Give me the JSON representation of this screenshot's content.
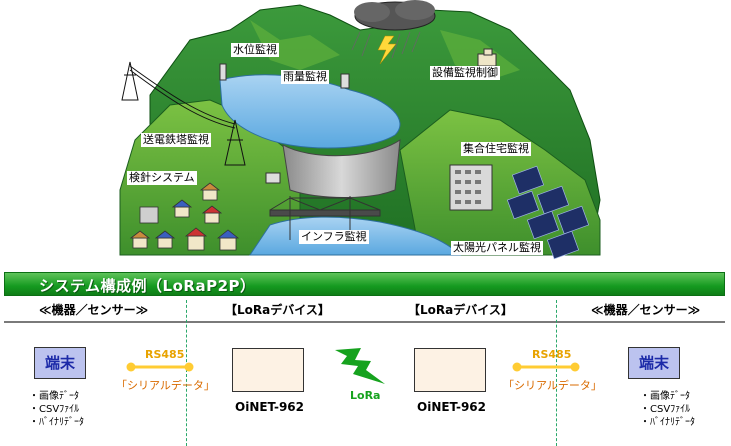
{
  "scene": {
    "labels": {
      "water_level": "水位監視",
      "rain": "雨量監視",
      "facility": "設備監視制御",
      "tower": "送電鉄塔監視",
      "meter": "検針システム",
      "housing": "集合住宅監視",
      "infra": "インフラ監視",
      "solar": "太陽光パネル監視"
    }
  },
  "banner": {
    "title": "システム構成例（LoRaP2P）"
  },
  "headers": {
    "left": "≪機器／センサー≫",
    "device_left": "【LoRaデバイス】",
    "device_right": "【LoRaデバイス】",
    "right": "≪機器／センサー≫"
  },
  "left_terminal": {
    "label": "端末",
    "items": [
      "・画像ﾃﾞｰﾀ",
      "・CSVﾌｧｲﾙ",
      "・ﾊﾞｲﾅﾘﾃﾞｰﾀ"
    ]
  },
  "right_terminal": {
    "label": "端末",
    "items": [
      "・画像ﾃﾞｰﾀ",
      "・CSVﾌｧｲﾙ",
      "・ﾊﾞｲﾅﾘﾃﾞｰﾀ"
    ]
  },
  "links": {
    "rs_left": "RS485",
    "serial_left": "「シリアルデータ」",
    "rs_right": "RS485",
    "serial_right": "「シリアルデータ」",
    "lora": "LoRa"
  },
  "devices": {
    "left": "OiNET-962",
    "right": "OiNET-962"
  },
  "colors": {
    "banner": "#159a20",
    "terminal_fill": "#bcc3ef",
    "terminal_text": "#1c2aa8",
    "device_fill": "#fdf2e4",
    "arrow": "#ffcc33",
    "serial_text": "#d96b00",
    "lora_bolt": "#16a21e"
  }
}
